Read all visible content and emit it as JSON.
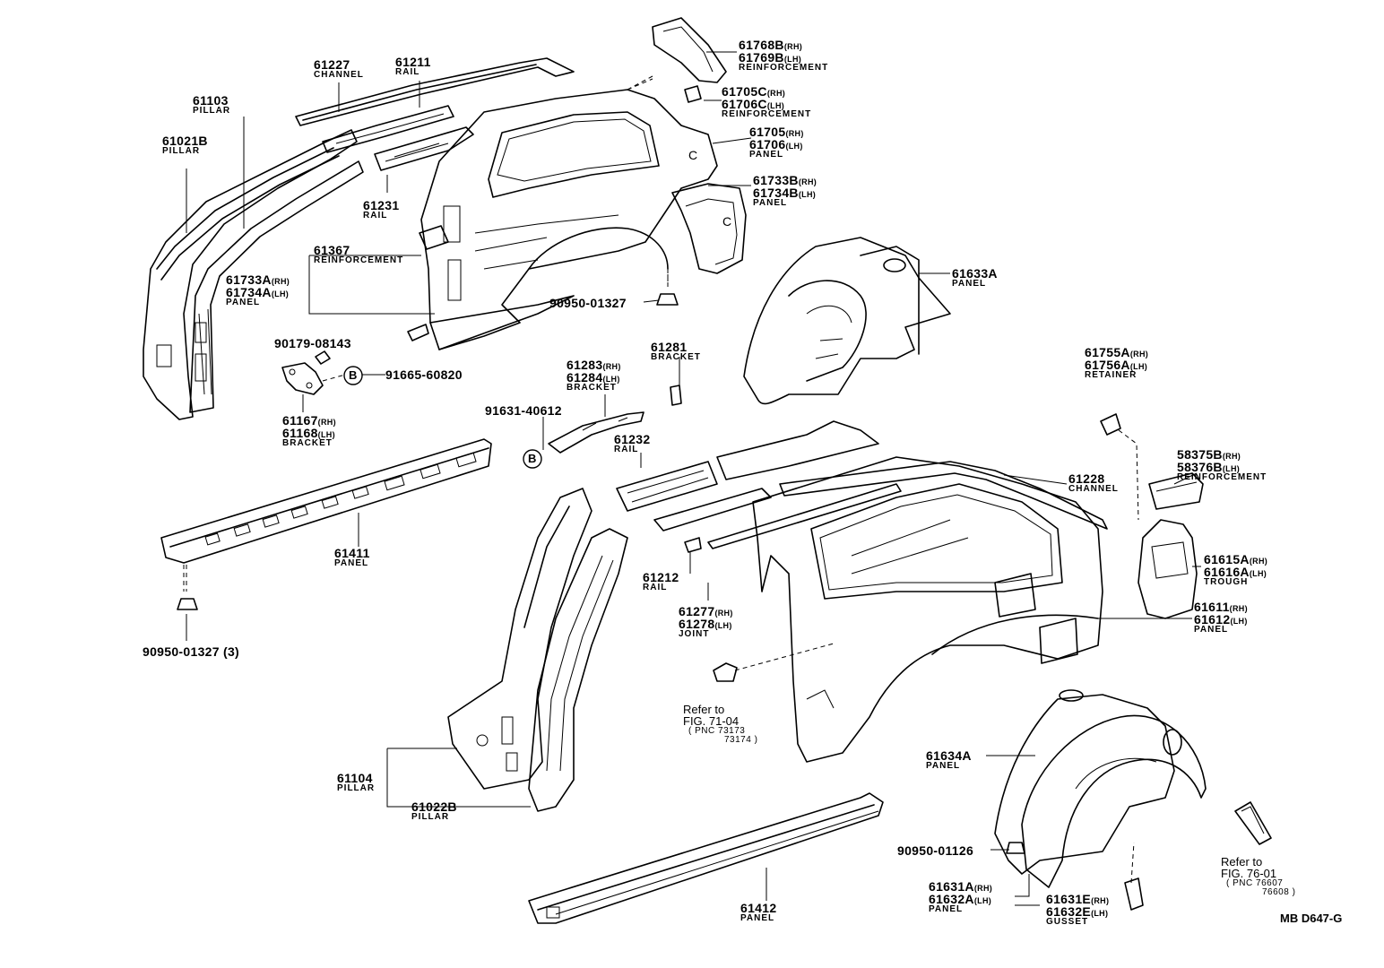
{
  "diagram": {
    "code": "MB D647-G",
    "b_marker": "B",
    "parts": [
      {
        "id": "p61227",
        "number": "61227",
        "name": "CHANNEL"
      },
      {
        "id": "p61211",
        "number": "61211",
        "name": "RAIL"
      },
      {
        "id": "p61103",
        "number": "61103",
        "name": "PILLAR"
      },
      {
        "id": "p61021B",
        "number": "61021B",
        "name": "PILLAR"
      },
      {
        "id": "p61231",
        "number": "61231",
        "name": "RAIL"
      },
      {
        "id": "p61367",
        "number": "61367",
        "name": "REINFORCEMENT"
      },
      {
        "id": "p61733A",
        "number": "61733A",
        "suffix": "(RH)",
        "number2": "61734A",
        "suffix2": "(LH)",
        "name": "PANEL"
      },
      {
        "id": "p61768B",
        "number": "61768B",
        "suffix": "(RH)",
        "number2": "61769B",
        "suffix2": "(LH)",
        "name": "REINFORCEMENT"
      },
      {
        "id": "p61705C",
        "number": "61705C",
        "suffix": "(RH)",
        "number2": "61706C",
        "suffix2": "(LH)",
        "name": "REINFORCEMENT"
      },
      {
        "id": "p61705",
        "number": "61705",
        "suffix": "(RH)",
        "number2": "61706",
        "suffix2": "(LH)",
        "name": "PANEL"
      },
      {
        "id": "p61733B",
        "number": "61733B",
        "suffix": "(RH)",
        "number2": "61734B",
        "suffix2": "(LH)",
        "name": "PANEL"
      },
      {
        "id": "p61633A",
        "number": "61633A",
        "name": "PANEL"
      },
      {
        "id": "p90950a",
        "number": "90950-01327"
      },
      {
        "id": "p90179",
        "number": "90179-08143"
      },
      {
        "id": "p91665",
        "number": "91665-60820"
      },
      {
        "id": "p61167",
        "number": "61167",
        "suffix": "(RH)",
        "number2": "61168",
        "suffix2": "(LH)",
        "name": "BRACKET"
      },
      {
        "id": "p61281",
        "number": "61281",
        "name": "BRACKET"
      },
      {
        "id": "p61283",
        "number": "61283",
        "suffix": "(RH)",
        "number2": "61284",
        "suffix2": "(LH)",
        "name": "BRACKET"
      },
      {
        "id": "p91631",
        "number": "91631-40612"
      },
      {
        "id": "p61755A",
        "number": "61755A",
        "suffix": "(RH)",
        "number2": "61756A",
        "suffix2": "(LH)",
        "name": "RETAINER"
      },
      {
        "id": "p61232",
        "number": "61232",
        "name": "RAIL"
      },
      {
        "id": "p61228",
        "number": "61228",
        "name": "CHANNEL"
      },
      {
        "id": "p58375B",
        "number": "58375B",
        "suffix": "(RH)",
        "number2": "58376B",
        "suffix2": "(LH)",
        "name": "REINFORCEMENT"
      },
      {
        "id": "p61411",
        "number": "61411",
        "name": "PANEL"
      },
      {
        "id": "p61615A",
        "number": "61615A",
        "suffix": "(RH)",
        "number2": "61616A",
        "suffix2": "(LH)",
        "name": "TROUGH"
      },
      {
        "id": "p61212",
        "number": "61212",
        "name": "RAIL"
      },
      {
        "id": "p61611",
        "number": "61611",
        "suffix": "(RH)",
        "number2": "61612",
        "suffix2": "(LH)",
        "name": "PANEL"
      },
      {
        "id": "p61277",
        "number": "61277",
        "suffix": "(RH)",
        "number2": "61278",
        "suffix2": "(LH)",
        "name": "JOINT"
      },
      {
        "id": "p90950b",
        "number": "90950-01327 (3)"
      },
      {
        "id": "p61104",
        "number": "61104",
        "name": "PILLAR"
      },
      {
        "id": "p61022B",
        "number": "61022B",
        "name": "PILLAR"
      },
      {
        "id": "p61634A",
        "number": "61634A",
        "name": "PANEL"
      },
      {
        "id": "p90950c",
        "number": "90950-01126"
      },
      {
        "id": "p61631A",
        "number": "61631A",
        "suffix": "(RH)",
        "number2": "61632A",
        "suffix2": "(LH)",
        "name": "PANEL"
      },
      {
        "id": "p61631E",
        "number": "61631E",
        "suffix": "(RH)",
        "number2": "61632E",
        "suffix2": "(LH)",
        "name": "GUSSET"
      },
      {
        "id": "p61412",
        "number": "61412",
        "name": "PANEL"
      }
    ],
    "references": [
      {
        "id": "ref71",
        "line1": "Refer to",
        "line2": "FIG. 71-04",
        "pnc_label": "PNC",
        "pnc1": "73173",
        "pnc2": "73174"
      },
      {
        "id": "ref76",
        "line1": "Refer to",
        "line2": "FIG. 76-01",
        "pnc_label": "PNC",
        "pnc1": "76607",
        "pnc2": "76608"
      }
    ]
  }
}
